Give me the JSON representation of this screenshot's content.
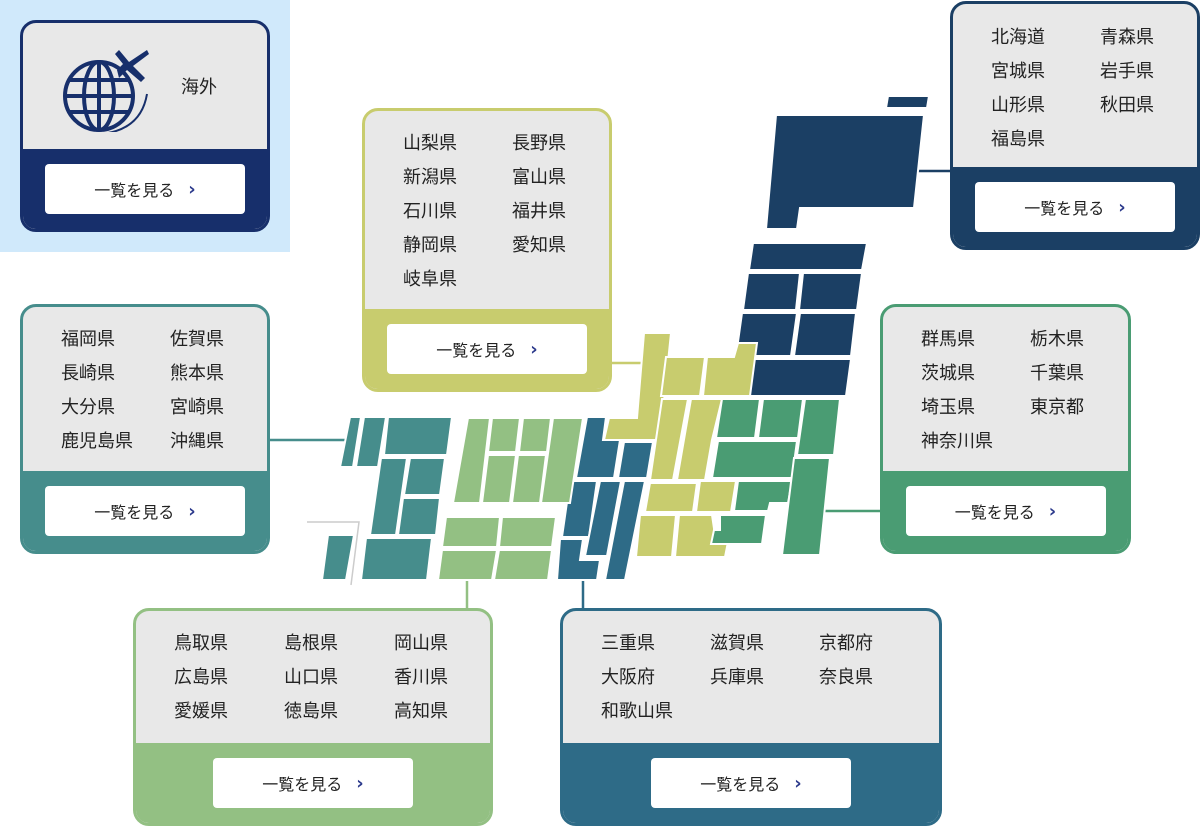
{
  "button_label": "一覧を見る",
  "colors": {
    "overseas": "#172f6b",
    "hokkaido_tohoku": "#1b3f64",
    "kanto": "#4a9c73",
    "chubu": "#c8cc6e",
    "kinki": "#2e6b87",
    "chugoku_shikoku": "#93c083",
    "kyushu": "#468d8c"
  },
  "overseas": {
    "label": "海外",
    "icon": "globe-airplane-icon"
  },
  "hokkaido_tohoku": [
    "北海道",
    "青森県",
    "宮城県",
    "岩手県",
    "山形県",
    "秋田県",
    "福島県"
  ],
  "chubu": [
    "山梨県",
    "長野県",
    "新潟県",
    "富山県",
    "石川県",
    "福井県",
    "静岡県",
    "愛知県",
    "岐阜県"
  ],
  "kanto": [
    "群馬県",
    "栃木県",
    "茨城県",
    "千葉県",
    "埼玉県",
    "東京都",
    "神奈川県"
  ],
  "kyushu": [
    "福岡県",
    "佐賀県",
    "長崎県",
    "熊本県",
    "大分県",
    "宮崎県",
    "鹿児島県",
    "沖縄県"
  ],
  "chugoku_shikoku": [
    "鳥取県",
    "島根県",
    "岡山県",
    "広島県",
    "山口県",
    "香川県",
    "愛媛県",
    "徳島県",
    "高知県"
  ],
  "kinki": [
    "三重県",
    "滋賀県",
    "京都府",
    "大阪府",
    "兵庫県",
    "奈良県",
    "和歌山県"
  ]
}
